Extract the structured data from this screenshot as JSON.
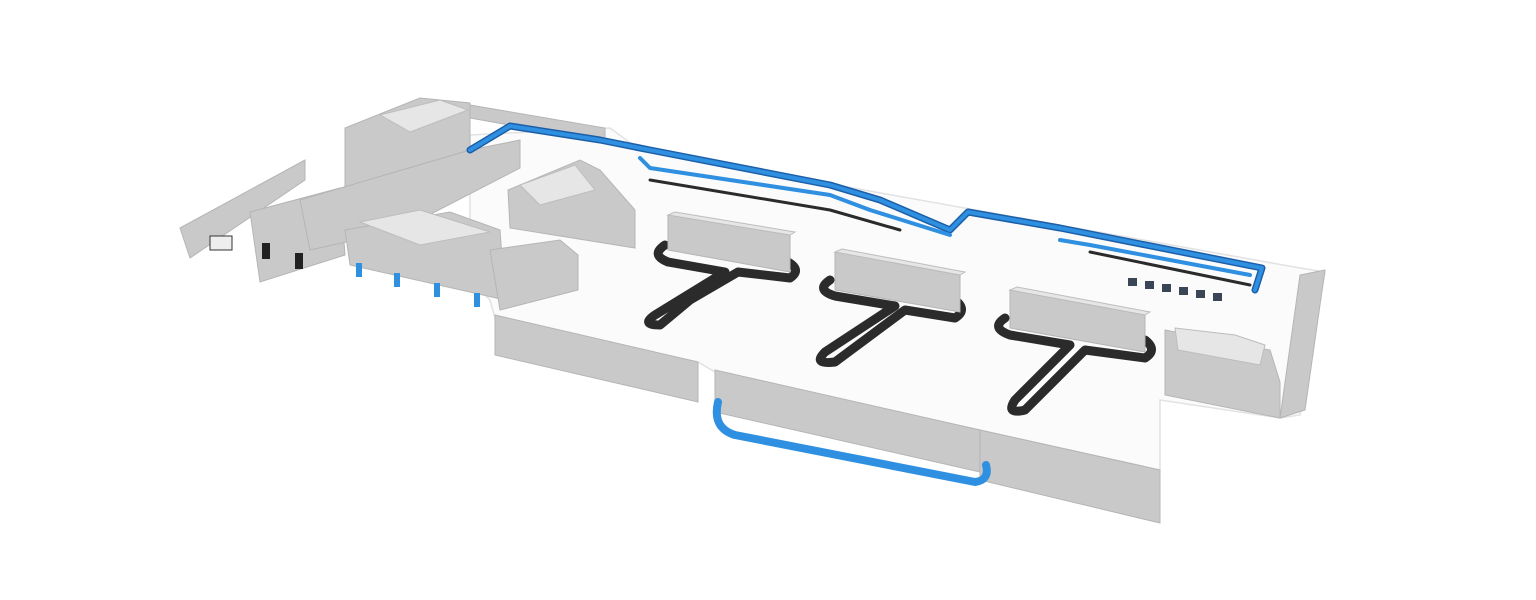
{
  "scene": {
    "colors": {
      "background": "#ffffff",
      "floor": "#fbfbfb",
      "wall": "#c9c9c9",
      "wall_top": "#e6e6e6",
      "conveyor": "#2f8fe0",
      "conveyor_dark": "#1c5fa8",
      "track": "#2b2b2b"
    },
    "icons": [
      "conveyor-line",
      "agv-track-loop",
      "wall",
      "dock-door"
    ]
  }
}
